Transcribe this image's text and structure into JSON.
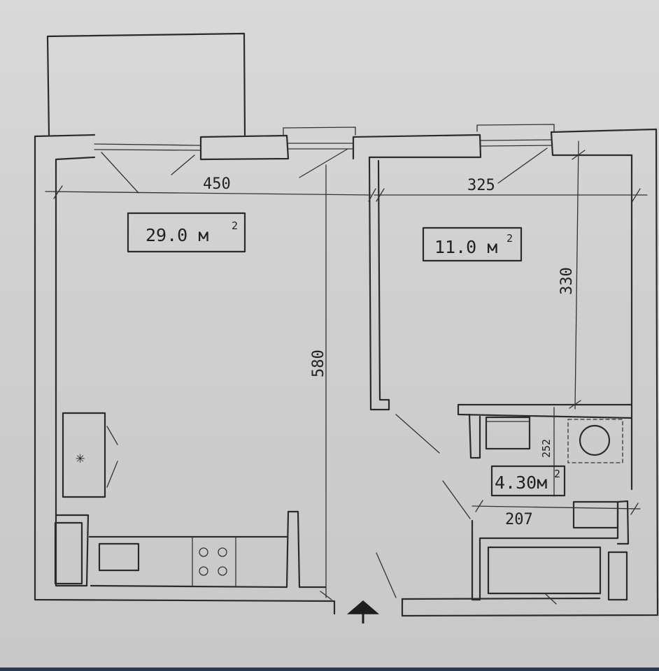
{
  "plan": {
    "living_room": {
      "area_label": "29.0 м",
      "area_exp": "2"
    },
    "bedroom": {
      "area_label": "11.0 м",
      "area_exp": "2"
    },
    "bathroom": {
      "area_label": "4.30м",
      "area_exp": "2"
    },
    "dimensions": {
      "living_width": "450",
      "living_depth": "580",
      "bedroom_width": "325",
      "bedroom_depth": "330",
      "bath_width": "207",
      "bath_depth": "252"
    },
    "stove_symbol": "✳"
  }
}
